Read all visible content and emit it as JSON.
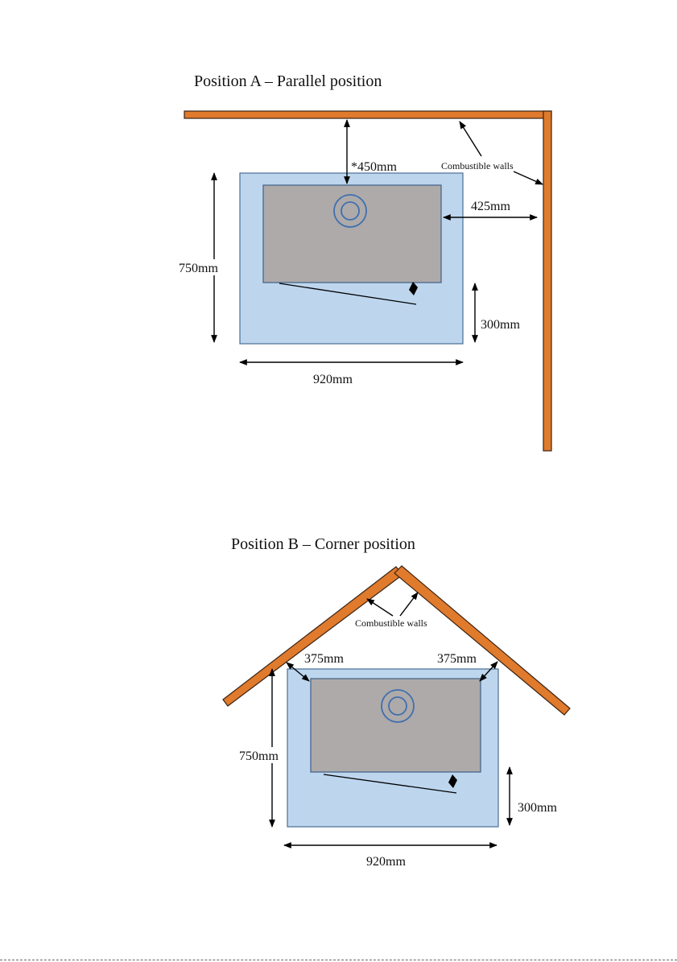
{
  "position_a": {
    "title": "Position A – Parallel position",
    "label_rear": "*450mm",
    "label_side": "425mm",
    "label_depth": "750mm",
    "label_front": "300mm",
    "label_width": "920mm",
    "label_walls": "Combustible walls"
  },
  "position_b": {
    "title": "Position B – Corner position",
    "label_corner_left": "375mm",
    "label_corner_right": "375mm",
    "label_depth": "750mm",
    "label_front": "300mm",
    "label_width": "920mm",
    "label_walls": "Combustible walls"
  },
  "colors": {
    "wall": "#e07a2c",
    "hearth": "#bdd6ee",
    "stove": "#aeaaaa",
    "flue": "#3f6fae"
  }
}
